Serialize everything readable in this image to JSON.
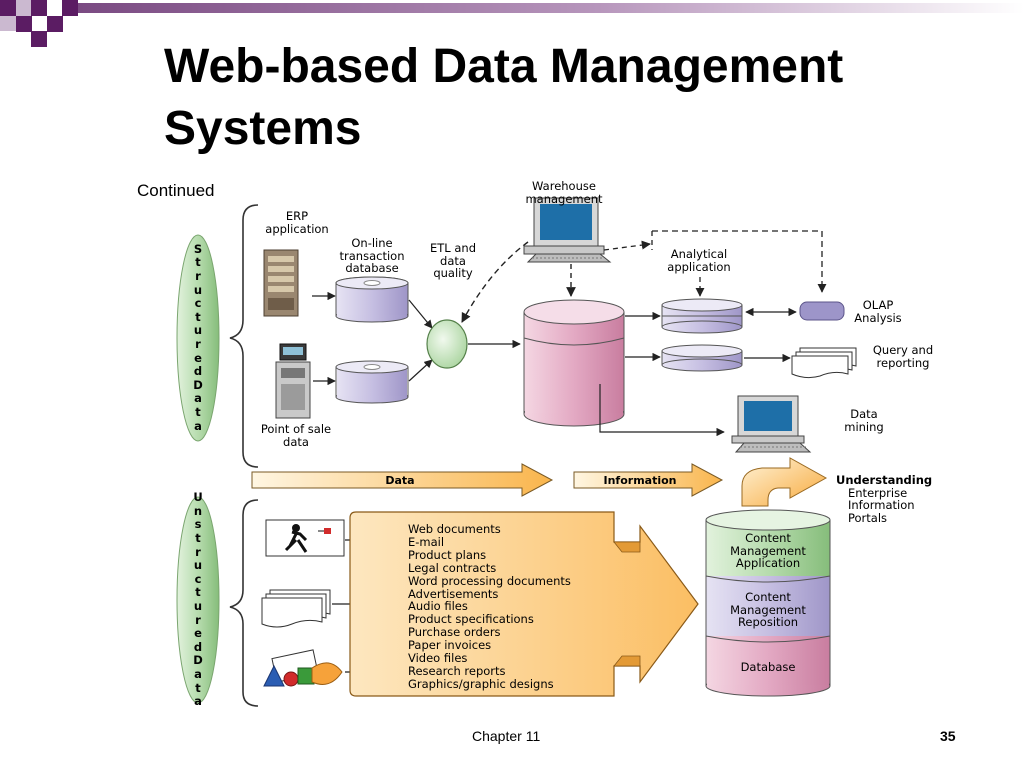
{
  "slide": {
    "title_line1": "Web-based Data Management",
    "title_line2": "Systems",
    "subtitle": "Continued",
    "footer_chapter": "Chapter 11",
    "page_number": "35"
  },
  "diagram": {
    "structured_label": [
      "S",
      "t",
      "r",
      "u",
      "c",
      "t",
      "u",
      "r",
      "e",
      "d",
      "",
      "D",
      "a",
      "t",
      "a"
    ],
    "unstructured_label": [
      "U",
      "n",
      "s",
      "t",
      "r",
      "u",
      "c",
      "t",
      "u",
      "r",
      "e",
      "d",
      "",
      "D",
      "a",
      "t",
      "a"
    ],
    "erp": [
      "ERP",
      "application"
    ],
    "online_db": [
      "On-line",
      "transaction",
      "database"
    ],
    "etl": [
      "ETL and",
      "data",
      "quality"
    ],
    "pos": [
      "Point of sale",
      "data"
    ],
    "warehouse_mgmt": [
      "Warehouse",
      "management"
    ],
    "analytical_app": [
      "Analytical",
      "application"
    ],
    "olap": [
      "OLAP",
      "Analysis"
    ],
    "query": [
      "Query and",
      "reporting"
    ],
    "data_mining": [
      "Data",
      "mining"
    ],
    "arrow_data": "Data",
    "arrow_information": "Information",
    "understanding": [
      "Understanding",
      "Enterprise",
      "Information",
      "Portals"
    ],
    "cm_application": [
      "Content",
      "Management",
      "Application"
    ],
    "cm_repository": [
      "Content",
      "Management",
      "Reposition"
    ],
    "database": "Database",
    "documents": [
      "Web documents",
      "E-mail",
      "Product plans",
      "Legal contracts",
      "Word processing documents",
      "Advertisements",
      "Audio files",
      "Product specifications",
      "Purchase orders",
      "Paper invoices",
      "Video files",
      "Research reports",
      "Graphics/graphic designs"
    ],
    "colors": {
      "accent_dark": "#5b1c63",
      "accent_mid": "#9c6aa4",
      "green_oval": "#b9ddb0",
      "pink_cylinder": "#e8bcd0",
      "lavender_cylinder": "#cfc9e6",
      "orange_arrow": "#fbc46a",
      "doc_box": "#fdd59a"
    }
  }
}
